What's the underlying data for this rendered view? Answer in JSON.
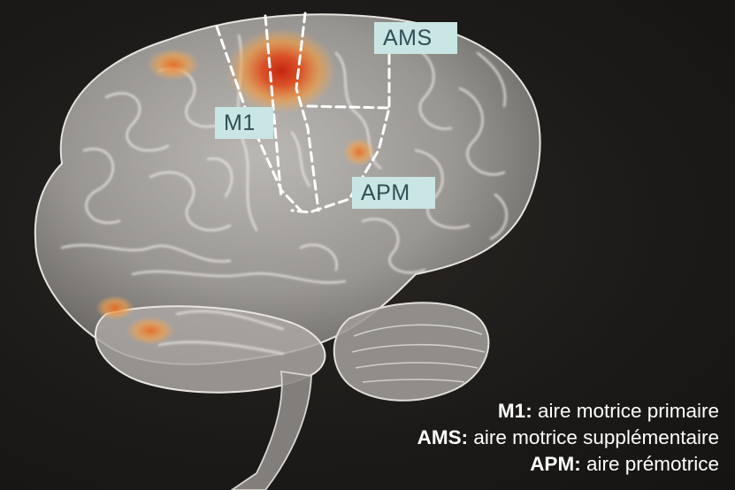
{
  "labels": {
    "ams": "AMS",
    "m1": "M1",
    "apm": "APM"
  },
  "legend": [
    {
      "term": "M1",
      "separator": ": ",
      "description": "aire motrice primaire"
    },
    {
      "term": "AMS",
      "separator": ": ",
      "description": "aire motrice supplémentaire"
    },
    {
      "term": "APM",
      "separator": ": ",
      "description": "aire prémotrice"
    }
  ],
  "colors": {
    "background": "#1e1c1a",
    "brain": "#b9b6b2",
    "activation_core": "#d8300e",
    "activation_halo": "#f29a3c",
    "label_box": "#c9e6e4",
    "label_text": "#2f4f54",
    "legend_text": "#ffffff"
  }
}
